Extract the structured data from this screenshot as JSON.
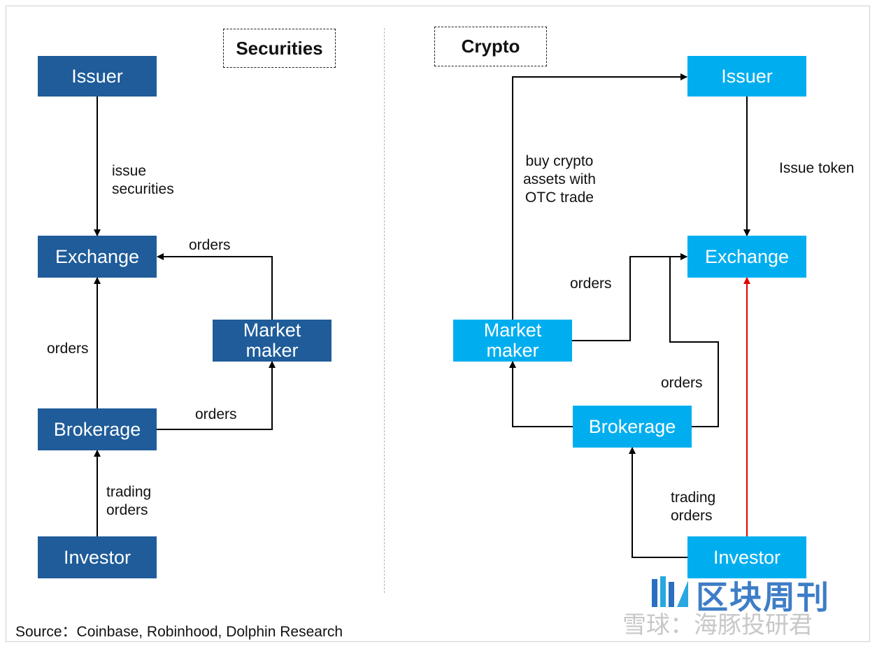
{
  "securities": {
    "title": "Securities",
    "boxes": {
      "issuer": "Issuer",
      "exchange": "Exchange",
      "market_maker": "Market\nmaker",
      "brokerage": "Brokerage",
      "investor": "Investor"
    },
    "edges": {
      "issue_securities": "issue\nsecurities",
      "mm_to_exchange": "orders",
      "brokerage_to_exchange": "orders",
      "brokerage_to_mm": "orders",
      "investor_to_brokerage": "trading\norders"
    },
    "color": "#1f5c99"
  },
  "crypto": {
    "title": "Crypto",
    "boxes": {
      "issuer": "Issuer",
      "exchange": "Exchange",
      "market_maker": "Market\nmaker",
      "brokerage": "Brokerage",
      "investor": "Investor"
    },
    "edges": {
      "otc": "buy crypto\nassets with\nOTC trade",
      "issue_token": "Issue token",
      "mm_to_exchange": "orders",
      "brokerage_to_exchange": "orders",
      "investor_to_brokerage": "trading\norders"
    },
    "color": "#00aeef",
    "direct_arrow_color": "#e00000"
  },
  "source": "Source：Coinbase, Robinhood, Dolphin Research",
  "watermark": {
    "brand_cn": "区块周刊",
    "xueqiu": "雪球：海豚投研君"
  }
}
